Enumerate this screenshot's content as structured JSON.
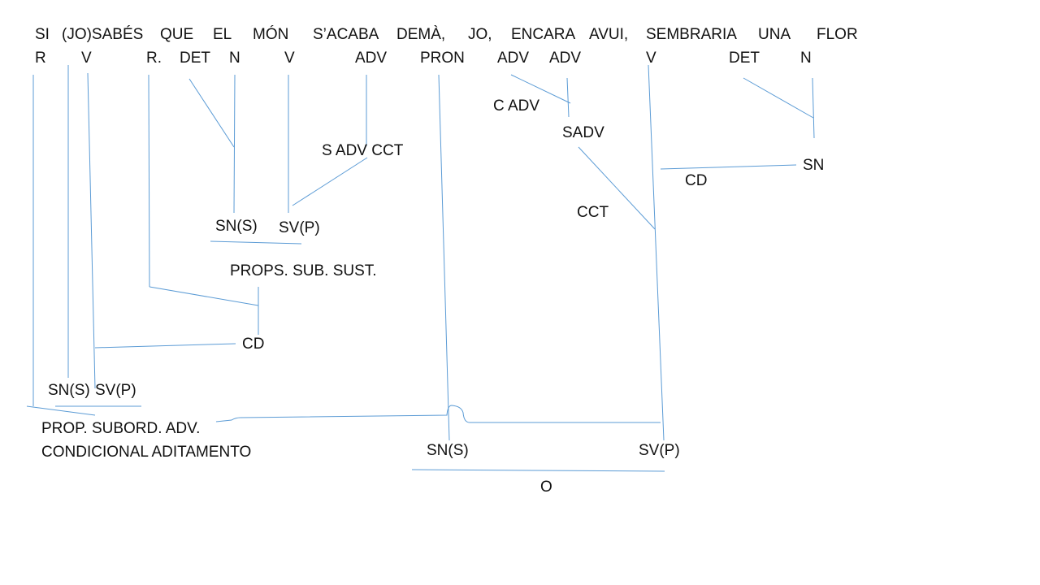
{
  "colors": {
    "line": "#5b9bd5",
    "text": "#111111",
    "background": "#ffffff"
  },
  "sentence": {
    "words": [
      "SI",
      "(JO)SABÉS",
      "QUE",
      "EL",
      "MÓN",
      "S’ACABA",
      "DEMÀ,",
      "JO,",
      "ENCARA",
      "AVUI,",
      "SEMBRARIA",
      "UNA",
      "FLOR"
    ],
    "categories": [
      "R",
      "V",
      "R.",
      "DET",
      "N",
      "V",
      "ADV",
      "PRON",
      "ADV",
      "ADV",
      "V",
      "DET",
      "N"
    ]
  },
  "nodes": {
    "c_adv": "C ADV",
    "sadv": "SADV",
    "s_adv_cct": "S ADV CCT",
    "sn_flor": "SN",
    "cd_flor": "CD",
    "cct_main": "CCT",
    "sn_s_sub": "SN(S)",
    "sv_p_sub": "SV(P)",
    "props_sub_sust": "PROPS. SUB. SUST.",
    "cd_main": "CD",
    "sn_s_cond": "SN(S)",
    "sv_p_cond": "SV(P)",
    "prop_subord_line1": "PROP. SUBORD. ADV.",
    "prop_subord_line2": "CONDICIONAL ADITAMENTO",
    "sn_s_main": "SN(S)",
    "sv_p_main": "SV(P)",
    "o": "O"
  }
}
